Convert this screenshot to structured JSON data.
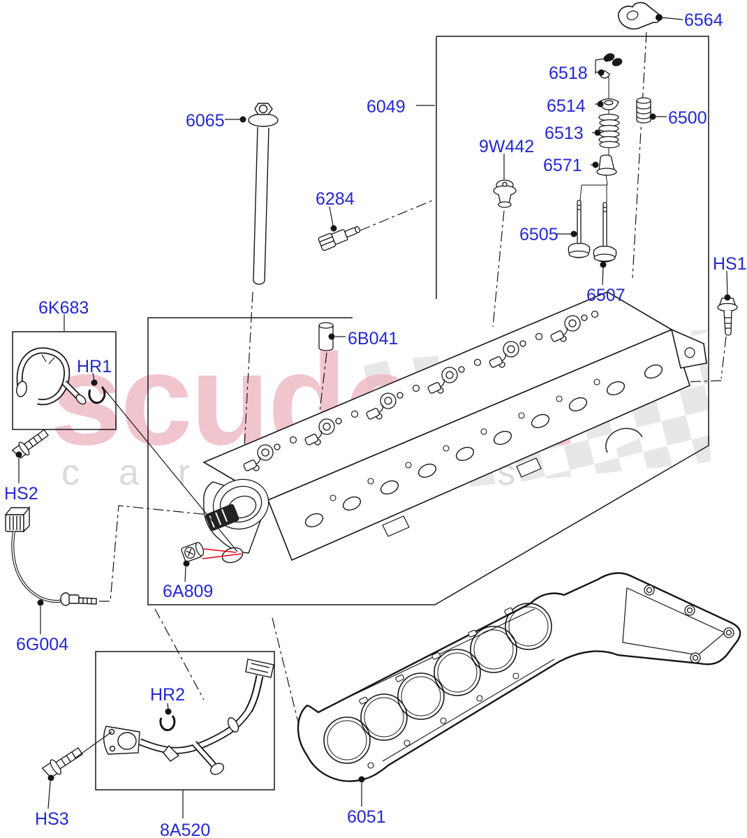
{
  "watermark": {
    "brand": "scuderia",
    "sub": "car parts"
  },
  "colors": {
    "label_blue": "#2328d2",
    "line_black": "#151515",
    "arrow_red": "#e8000d",
    "watermark_pink": "#eeb7c2",
    "watermark_gray": "#dadada",
    "checker_gray": "#e4e4e4"
  },
  "parts": [
    {
      "id": "6564",
      "label": "6564"
    },
    {
      "id": "6518",
      "label": "6518"
    },
    {
      "id": "6514",
      "label": "6514"
    },
    {
      "id": "6513",
      "label": "6513"
    },
    {
      "id": "6571",
      "label": "6571"
    },
    {
      "id": "6500",
      "label": "6500"
    },
    {
      "id": "9W442",
      "label": "9W442"
    },
    {
      "id": "6049",
      "label": "6049"
    },
    {
      "id": "6065",
      "label": "6065"
    },
    {
      "id": "6284",
      "label": "6284"
    },
    {
      "id": "6505",
      "label": "6505"
    },
    {
      "id": "6507",
      "label": "6507"
    },
    {
      "id": "HS1",
      "label": "HS1"
    },
    {
      "id": "6K683",
      "label": "6K683"
    },
    {
      "id": "HR1",
      "label": "HR1"
    },
    {
      "id": "6B041",
      "label": "6B041"
    },
    {
      "id": "HS2",
      "label": "HS2"
    },
    {
      "id": "6A809",
      "label": "6A809"
    },
    {
      "id": "6G004",
      "label": "6G004"
    },
    {
      "id": "HR2",
      "label": "HR2"
    },
    {
      "id": "HS3",
      "label": "HS3"
    },
    {
      "id": "8A520",
      "label": "8A520"
    },
    {
      "id": "6051",
      "label": "6051"
    }
  ]
}
